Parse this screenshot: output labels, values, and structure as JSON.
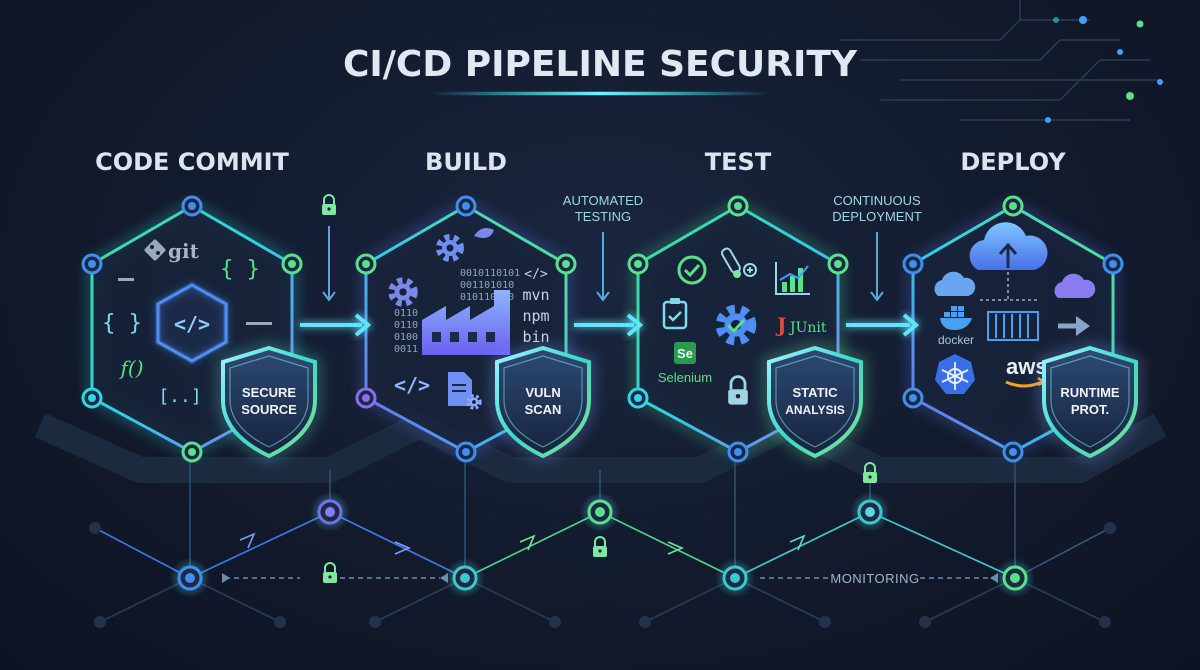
{
  "title": "CI/CD PIPELINE SECURITY",
  "stages": [
    {
      "id": "code-commit",
      "label": "CODE COMMIT",
      "shield": [
        "SECURE",
        "SOURCE"
      ],
      "icons": [
        "git",
        "{ }",
        "{ }",
        "f()",
        "[..]"
      ]
    },
    {
      "id": "build",
      "label": "BUILD",
      "shield": [
        "VULN",
        "SCAN"
      ],
      "icons": [
        "</>",
        "mvn",
        "npm",
        "bin",
        "</>"
      ],
      "binary": [
        "0010110101",
        "001101010",
        "010110110",
        "0110",
        "0110",
        "0100",
        "0011"
      ]
    },
    {
      "id": "test",
      "label": "TEST",
      "shield": [
        "STATIC",
        "ANALYSIS"
      ],
      "icons": [
        "Se",
        "Selenium",
        "JUnit"
      ]
    },
    {
      "id": "deploy",
      "label": "DEPLOY",
      "shield": [
        "RUNTIME",
        "PROT."
      ],
      "icons": [
        "docker",
        "aws"
      ]
    }
  ],
  "connectors": [
    {
      "lines": [
        "AUTOMATED",
        "TESTING"
      ]
    },
    {
      "lines": [
        "CONTINUOUS",
        "DEPLOYMENT"
      ]
    }
  ],
  "bottom_label": "MONITORING",
  "colors": {
    "cyan": "#2fd6e6",
    "green": "#5be08a",
    "violet": "#8a6cf0",
    "blue": "#3f8ef0",
    "background": "#121a2c"
  }
}
